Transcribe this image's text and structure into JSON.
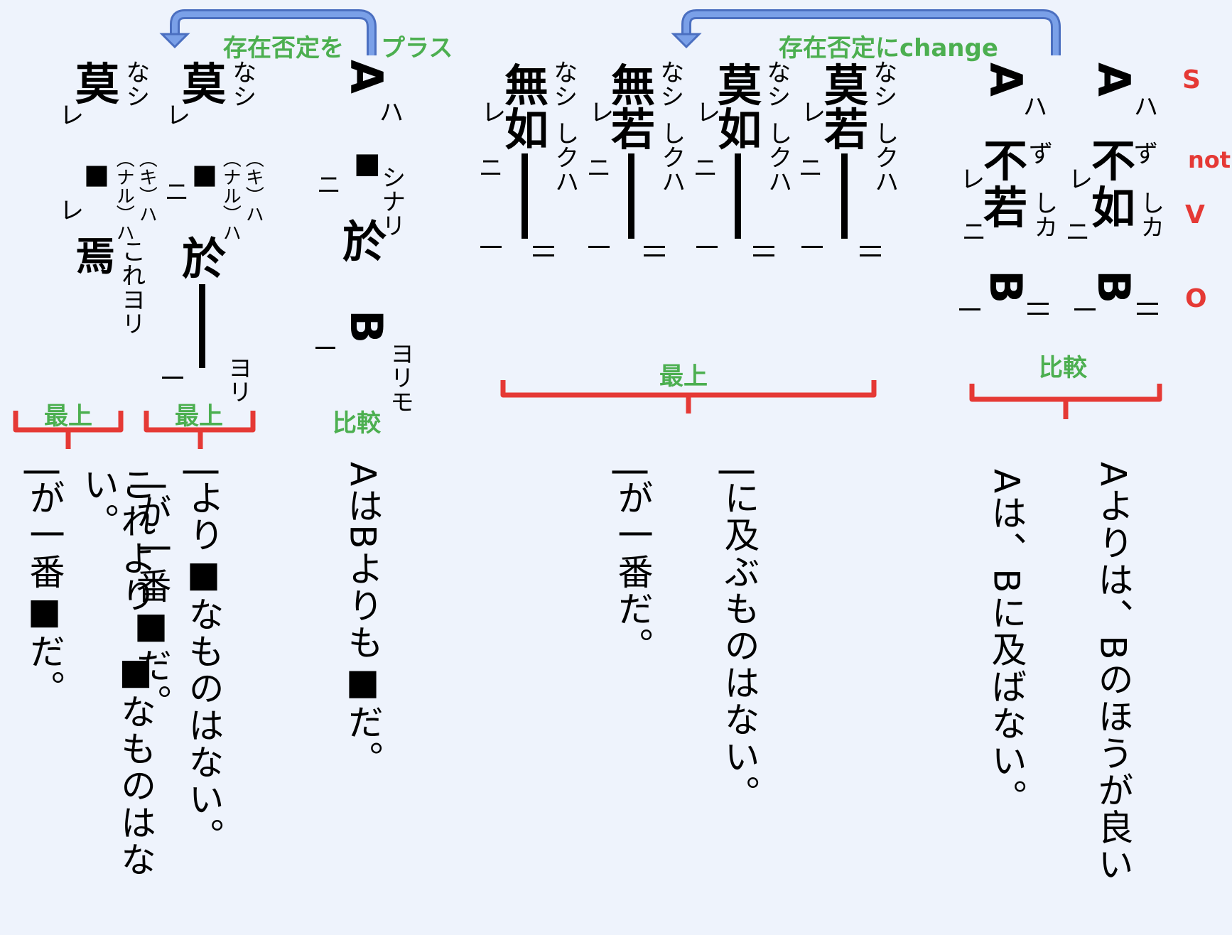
{
  "arrows": {
    "left_label_a": "存在否定を",
    "left_label_b": "プラス",
    "right_label": "存在否定にchange"
  },
  "svo": {
    "s": "S",
    "not": "not",
    "v": "V",
    "o": "O"
  },
  "brackets": {
    "saijo": "最上",
    "hikaku": "比較"
  },
  "kanji": {
    "mo": "莫",
    "mu": "無",
    "shi": "如",
    "jaku": "若",
    "fu": "不",
    "o": "於",
    "en": "焉",
    "a": "A",
    "b": "B",
    "sq": "■",
    "dash": "|"
  },
  "furi": {
    "nashi": "なシ",
    "shikuha": "しクハ",
    "ha": "ハ",
    "zu": "ず",
    "shika": "しカ",
    "shinari": "シナリ",
    "yorimo": "ヨリモ",
    "yori": "ヨリ",
    "koreyori": "これヨリ",
    "kiha": "（キ）ハ",
    "naruha": "（ナル）ハ",
    "re": "レ",
    "ni": "ニ"
  },
  "translations": {
    "t1": "Aよりは、Bのほうが良い",
    "t2": "Aは、Bに及ばない。",
    "t3": "|に及ぶものはない。",
    "t4": "|が一番だ。",
    "t5": "AはBよりも■だ。",
    "t6": "|より■なものはない。",
    "t7": "|が一番■だ。",
    "t8": "これより、■なものはない。",
    "t9": "|が一番■だ。"
  },
  "colors": {
    "arrow": "#6a8fd8",
    "bracket": "#e53935",
    "green": "#4caf50",
    "red": "#e53935"
  }
}
